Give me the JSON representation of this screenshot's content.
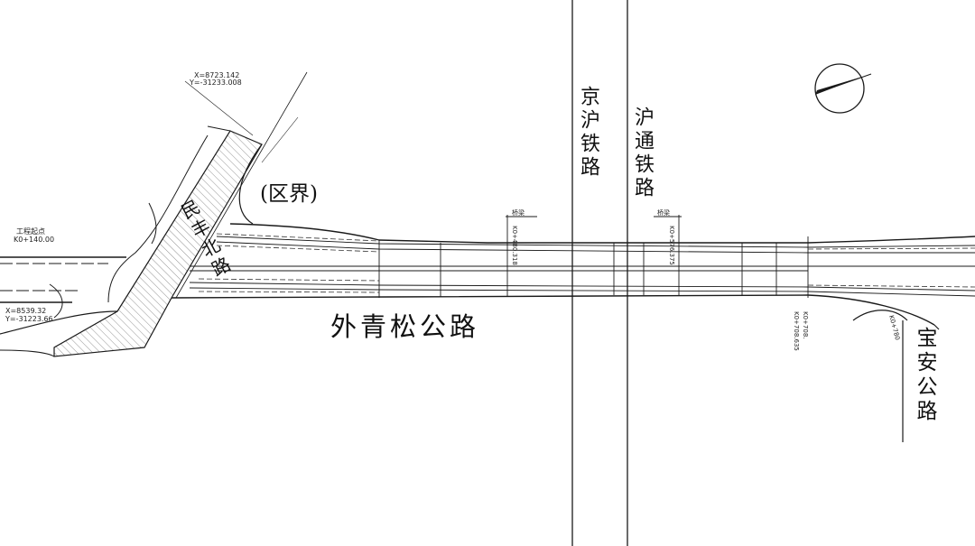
{
  "labels": {
    "main_road": "外青松公路",
    "district_boundary": "(区界)",
    "minfeng_road": "民丰北路",
    "jinghu_railway": "京沪铁路",
    "hutong_railway": "沪通铁路",
    "baoan_road": "宝安公路"
  },
  "annotations": {
    "coord_top_x": "X=8723.142",
    "coord_top_y": "Y=-31233.008",
    "project_start": "工程起点",
    "project_start_km": "K0+140.00",
    "coord_left_x": "X=8539.32",
    "coord_left_y": "Y=-31223.66",
    "station_right": "K0+708.635",
    "station_right2": "K0+708.",
    "station_rail1": "K0+480.318",
    "station_rail2": "K0+576.375",
    "baoan_km": "K0+780",
    "bridge_tag1": "桥梁",
    "bridge_tag2": "桥梁"
  },
  "colors": {
    "ink": "#1a1a1a",
    "hatch": "#555555",
    "background": "#ffffff"
  },
  "icons": {
    "north_arrow": "north-arrow-icon"
  }
}
